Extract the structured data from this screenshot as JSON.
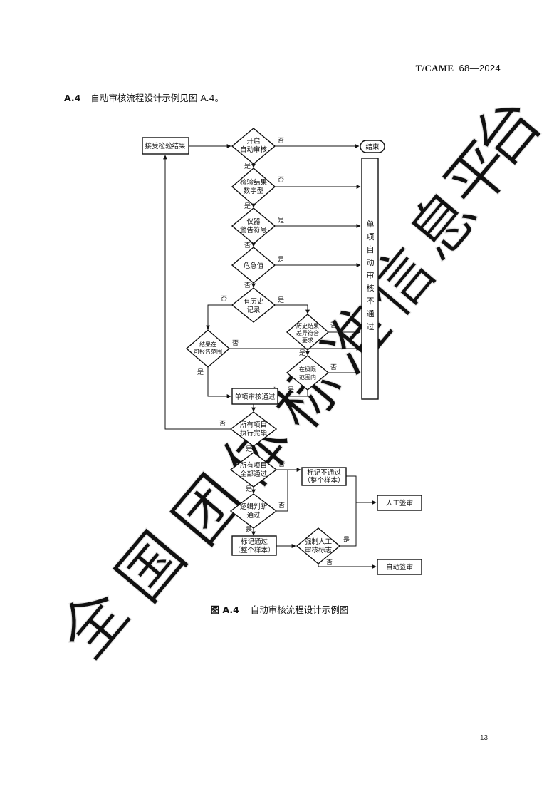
{
  "header": {
    "std_prefix": "T/CAME",
    "std_number": "68—2024"
  },
  "intro": {
    "section": "A.4",
    "text": "自动审核流程设计示例见图 A.4。"
  },
  "flow": {
    "receive": "接受检验结果",
    "start_q": [
      "开启",
      "自动审核"
    ],
    "end": "结束",
    "numeric_q": [
      "检验结果",
      "数字型"
    ],
    "instrument_q": [
      "仪器",
      "警告符号"
    ],
    "critical_q": [
      "危急值"
    ],
    "history_q": [
      "有历史",
      "记录"
    ],
    "hist_diff_q": [
      "历史结果",
      "差异符合",
      "要求"
    ],
    "reportable_q": [
      "结果在",
      "可报告范围"
    ],
    "limit_q": [
      "在极限",
      "范围内"
    ],
    "single_pass": "单项审核通过",
    "fail_box": [
      "单",
      "项",
      "自",
      "动",
      "审",
      "核",
      "不",
      "通",
      "过"
    ],
    "all_done_q": [
      "所有项目",
      "执行完毕"
    ],
    "all_pass_q": [
      "所有项目",
      "全部通过"
    ],
    "mark_fail": [
      "标记不通过",
      "（整个样本）"
    ],
    "manual": "人工签审",
    "logic_q": [
      "逻辑判断",
      "通过"
    ],
    "mark_pass": [
      "标记通过",
      "（整个样本）"
    ],
    "force_q": [
      "强制人工",
      "审核标志"
    ],
    "auto_sign": "自动签审",
    "yes": "是",
    "no": "否"
  },
  "caption": {
    "figure": "图 A.4",
    "title": "自动审核流程设计示例图"
  },
  "page_number": "13",
  "watermark": [
    "全",
    "国",
    "团",
    "体",
    "标",
    "准",
    "信",
    "息",
    "平",
    "台"
  ]
}
